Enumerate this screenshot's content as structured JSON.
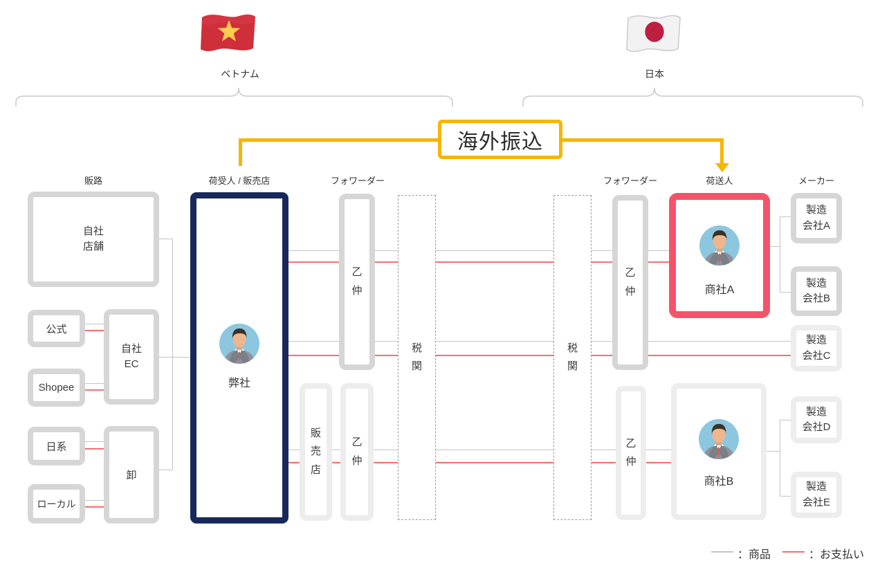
{
  "countries": {
    "vietnam": {
      "label": "ベトナム",
      "flag_icon": "vietnam-flag"
    },
    "japan": {
      "label": "日本",
      "flag_icon": "japan-flag"
    }
  },
  "transfer": {
    "label": "海外振込"
  },
  "columns": {
    "sales_channel": "販路",
    "consignee": "荷受人 / 販売店",
    "forwarder_vn": "フォワーダー",
    "forwarder_jp": "フォワーダー",
    "shipper": "荷送人",
    "maker": "メーカー"
  },
  "boxes": {
    "own_store": "自社\n店舗",
    "official": "公式",
    "own_ec": "自社\nEC",
    "shopee": "Shopee",
    "nikkei": "日系",
    "local": "ローカル",
    "wholesale": "卸",
    "our_company": "弊社",
    "otsunaka_vn_upper": "乙\n仲",
    "hanbaiten": "販\n売\n店",
    "otsunaka_vn_lower": "乙\n仲",
    "customs_vn": "税\n関",
    "customs_jp": "税\n関",
    "otsunaka_jp_upper": "乙\n仲",
    "otsunaka_jp_lower": "乙\n仲",
    "trading_a": "商社A",
    "trading_b": "商社B",
    "maker_a": "製造\n会社A",
    "maker_b": "製造\n会社B",
    "maker_c": "製造\n会社C",
    "maker_d": "製造\n会社D",
    "maker_e": "製造\n会社E"
  },
  "legend": {
    "goods": "：商品",
    "payment": "：お支払い"
  },
  "colors": {
    "navy_border": "#17295a",
    "pink_border": "#f4546a",
    "transfer_yellow": "#f7b500",
    "goods_line": "#c4c4c4",
    "payment_line": "#f57070",
    "box_border_dark": "#d6d6d6",
    "box_border_light": "#ededed",
    "avatar_bg": "#8cc6df",
    "flag_vn_red": "#cf2e3b",
    "flag_vn_star": "#ffcc4d",
    "flag_jp_disc": "#bc1f3f"
  }
}
